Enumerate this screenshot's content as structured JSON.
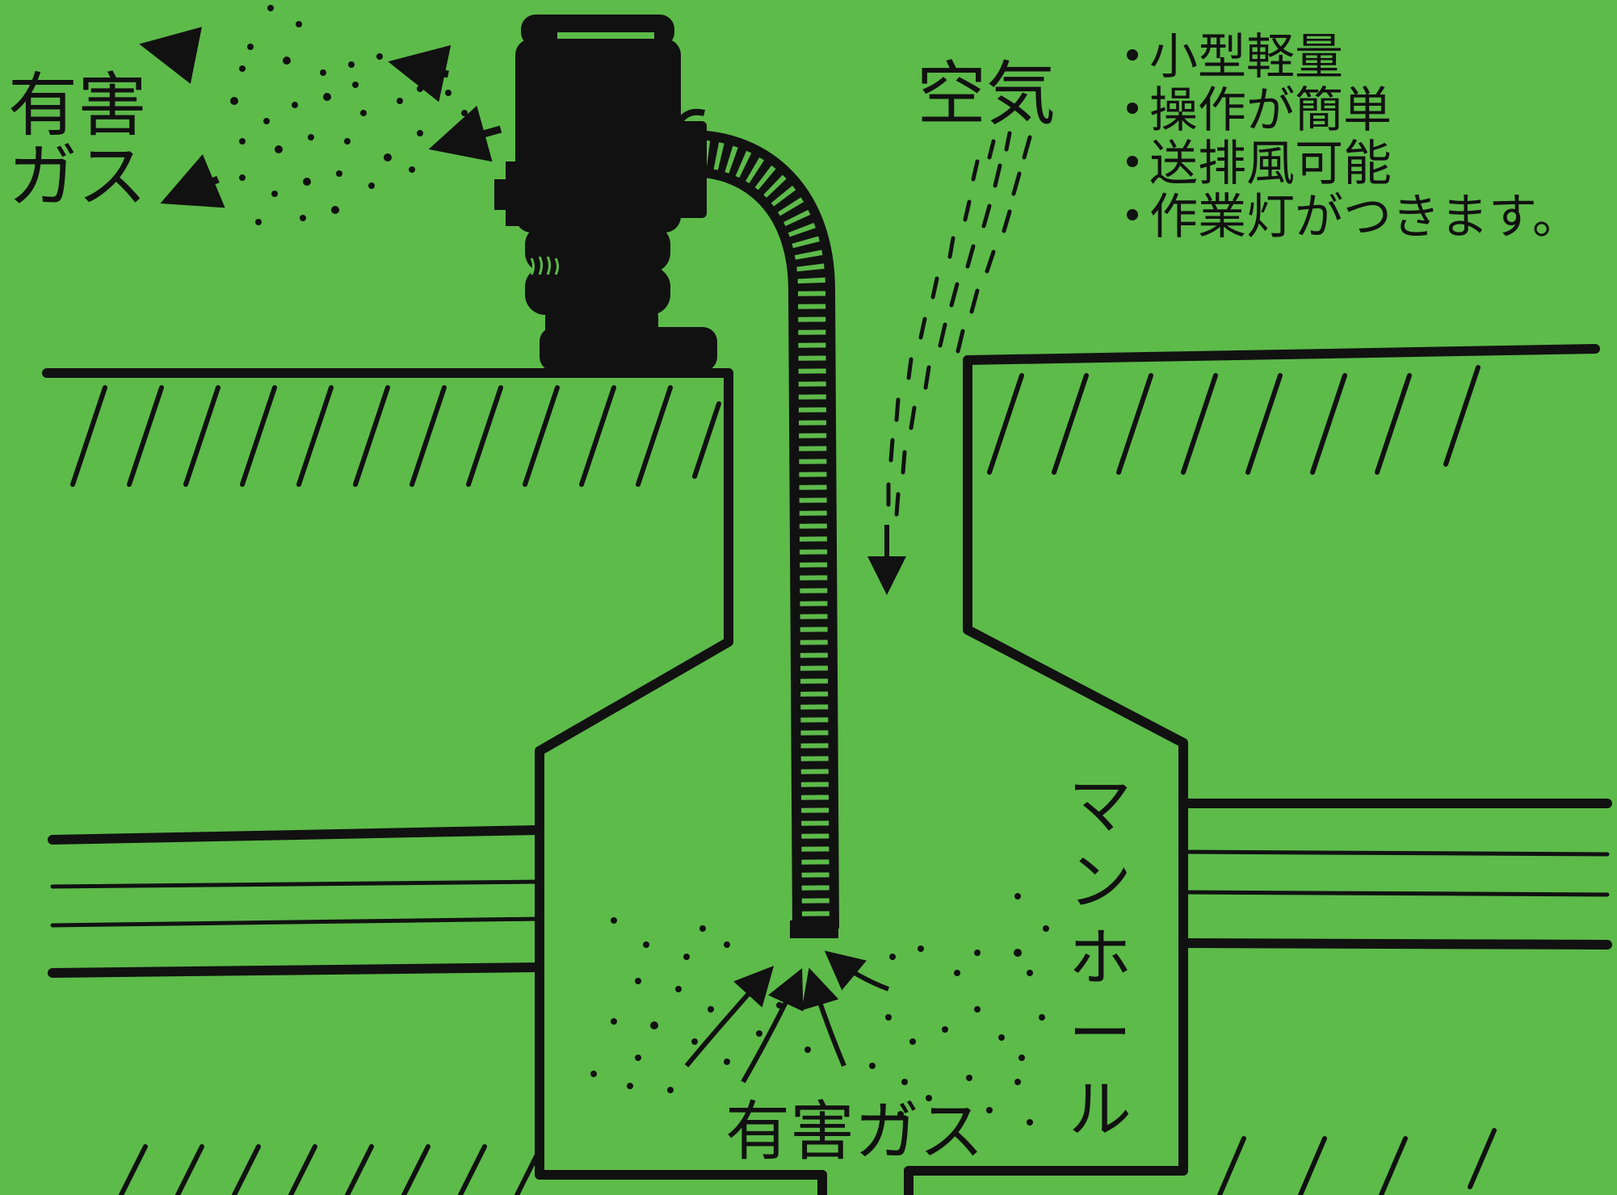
{
  "labels": {
    "gas_top_line1": "有害",
    "gas_top_line2": "ガス",
    "air": "空気",
    "gas_bottom": "有害ガス",
    "manhole_chars": [
      "マ",
      "ン",
      "ホ",
      "ー",
      "ル"
    ]
  },
  "features": [
    "小型軽量",
    "操作が簡単",
    "送排風可能",
    "作業灯がつきます。"
  ],
  "colors": {
    "background": "#5dbb4a",
    "ink": "#111111"
  },
  "icons": {
    "blower": "blower-device-icon",
    "hose": "flexible-hose-icon",
    "arrow": "flow-arrow-icon"
  }
}
